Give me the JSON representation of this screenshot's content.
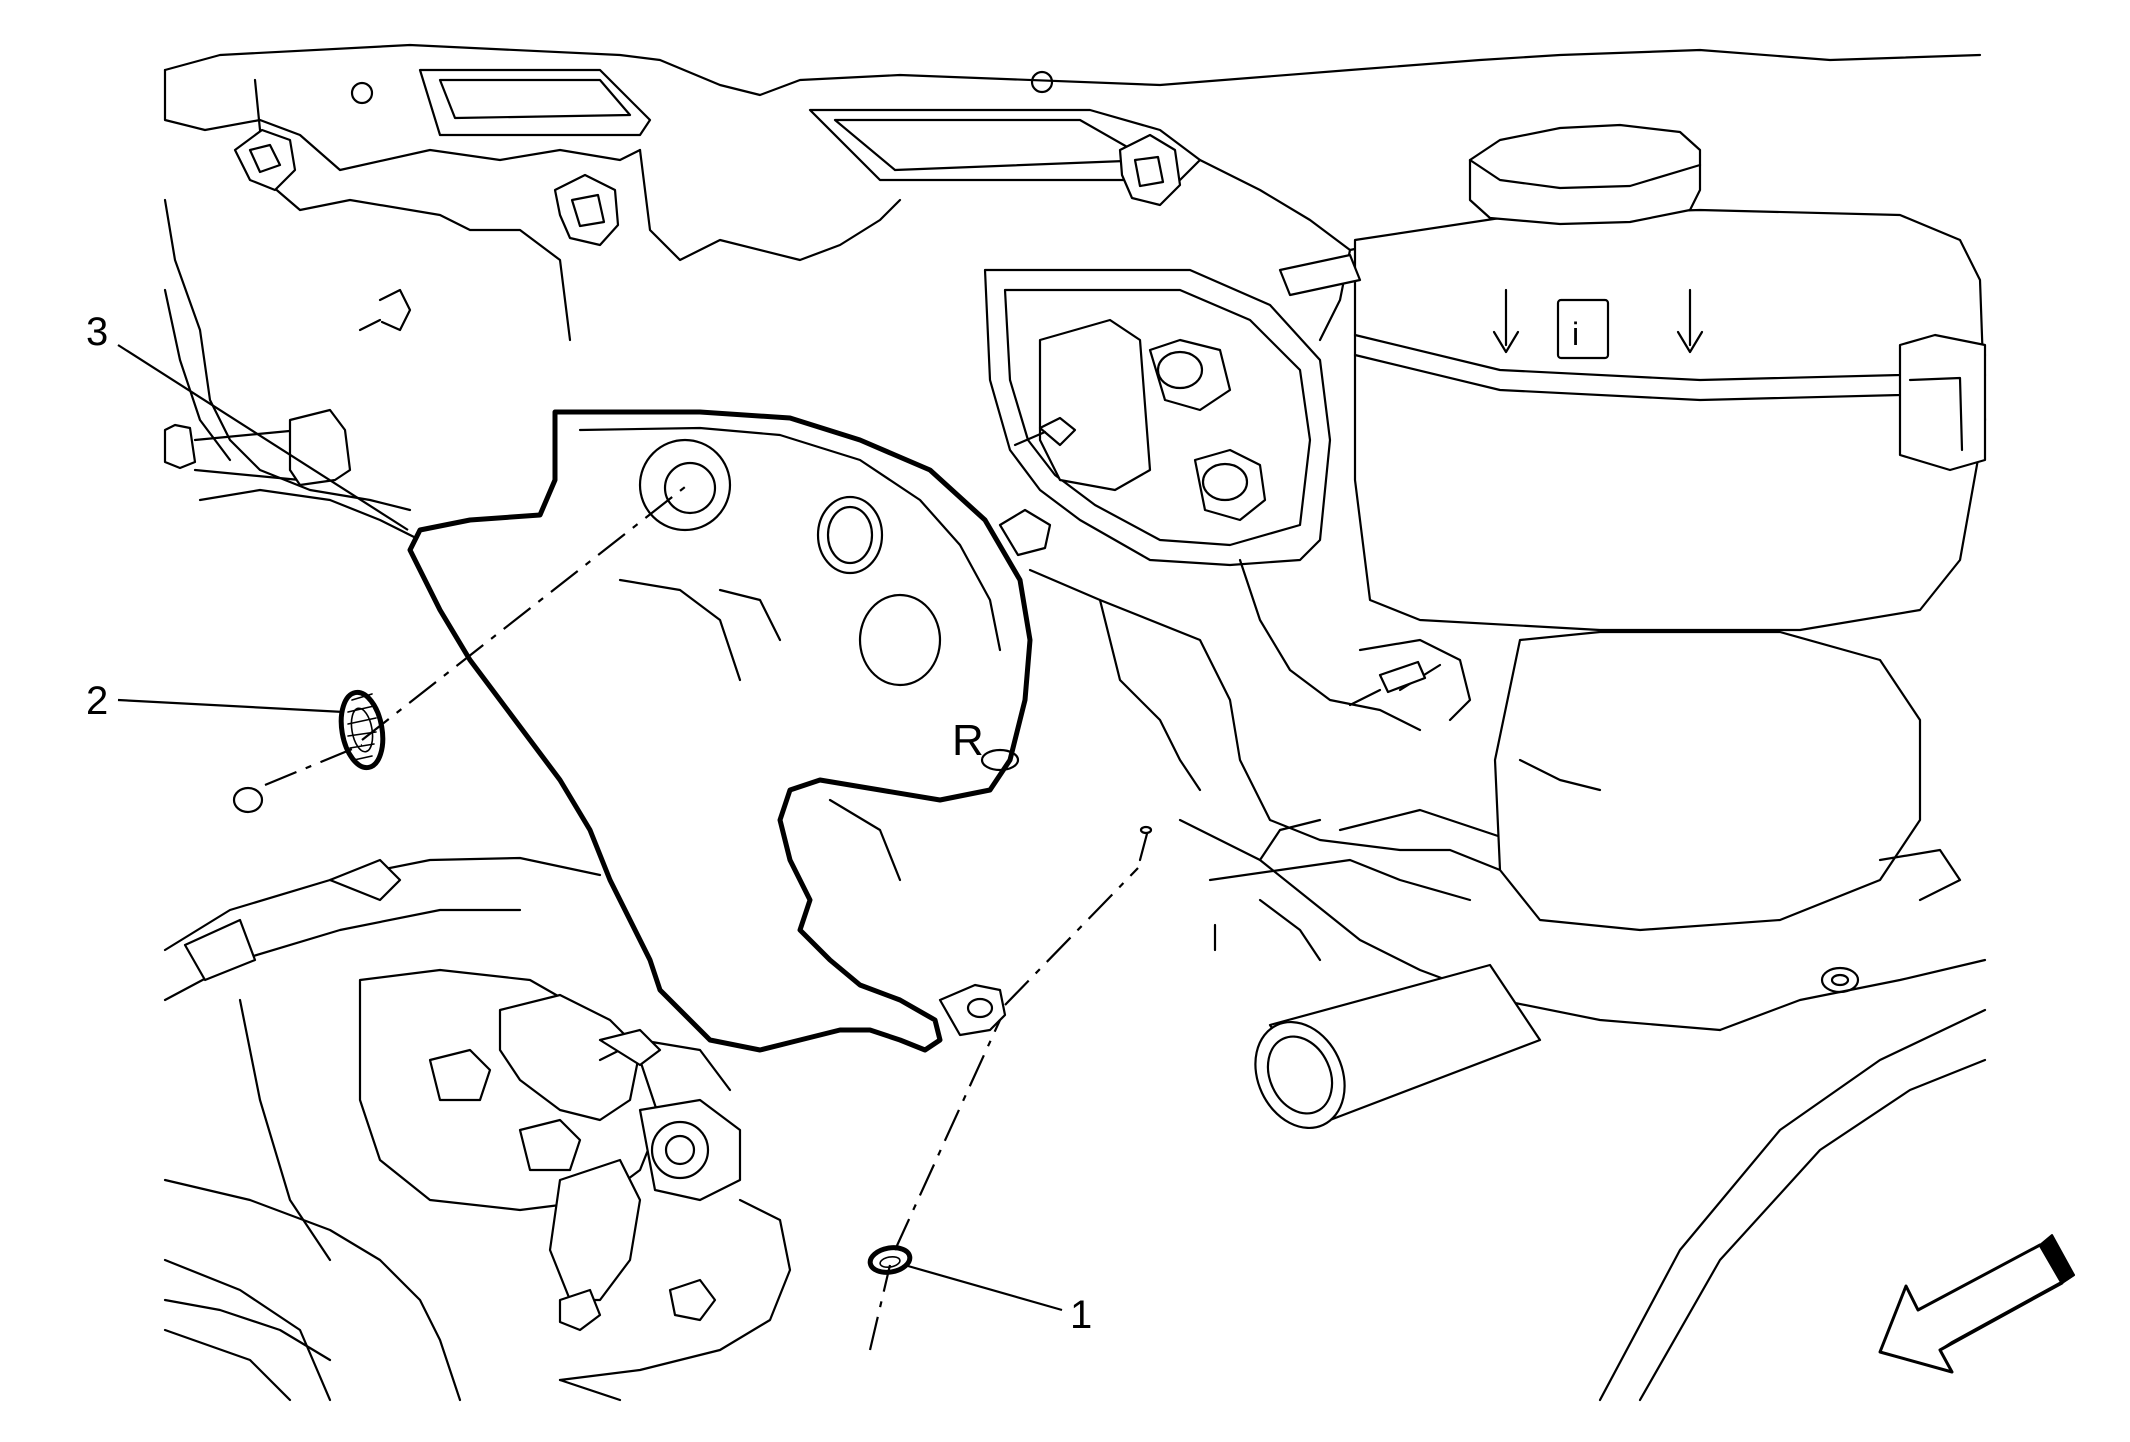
{
  "callouts": [
    {
      "id": "1",
      "label": "1",
      "part": "clip"
    },
    {
      "id": "2",
      "label": "2",
      "part": "retainer"
    },
    {
      "id": "3",
      "label": "3",
      "part": "shield"
    }
  ],
  "shield_marking": "R",
  "icons": {
    "direction_arrow": "forward-direction-arrow-icon",
    "reservoir_info": "manual-info-icon"
  },
  "colors": {
    "ink": "#000000",
    "paper": "#ffffff"
  }
}
